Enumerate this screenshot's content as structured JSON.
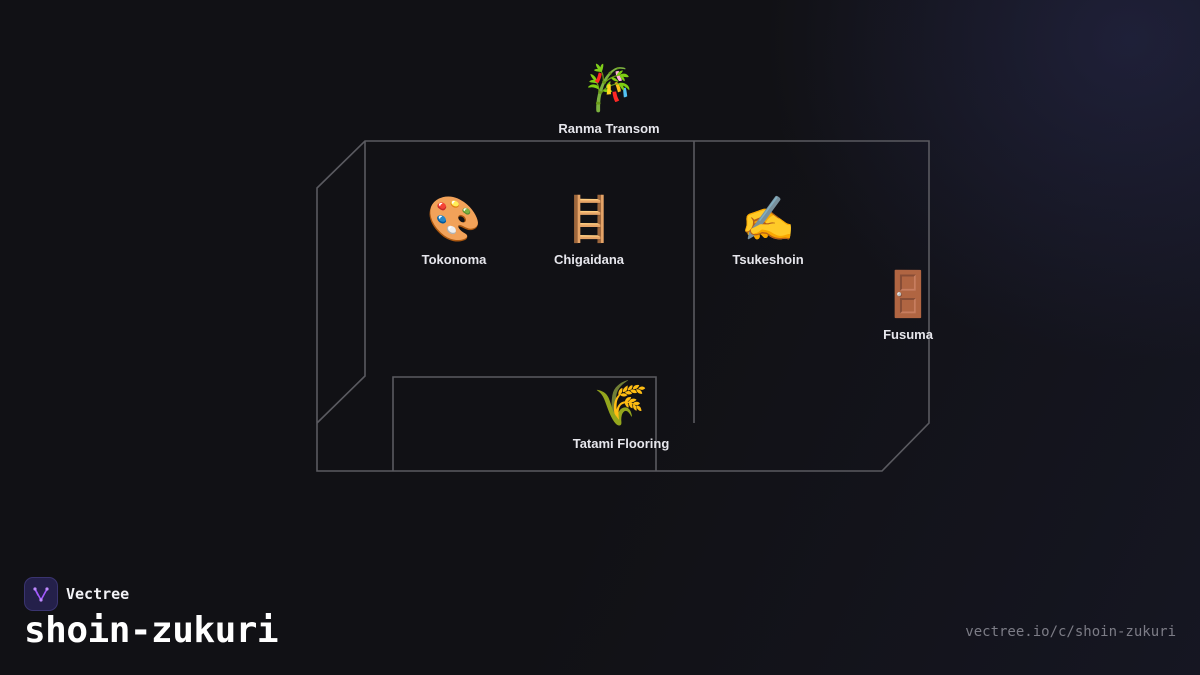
{
  "brand": {
    "name": "Vectree",
    "logo_icon": "vectree-logo-icon",
    "logo_color": "#a259ff"
  },
  "page": {
    "title": "shoin-zukuri",
    "url": "vectree.io/c/shoin-zukuri"
  },
  "colors": {
    "background": "#111115",
    "wall_line": "#5a5a60",
    "label_text": "#e6e6ec"
  },
  "elements": [
    {
      "id": "ranma-transom",
      "label": "Ranma Transom",
      "icon": "tanabata-tree-icon",
      "glyph": "🎋"
    },
    {
      "id": "tokonoma",
      "label": "Tokonoma",
      "icon": "artist-palette-icon",
      "glyph": "🎨"
    },
    {
      "id": "chigaidana",
      "label": "Chigaidana",
      "icon": "ladder-icon",
      "glyph": "🪜"
    },
    {
      "id": "tsukeshoin",
      "label": "Tsukeshoin",
      "icon": "writing-hand-icon",
      "glyph": "✍️"
    },
    {
      "id": "fusuma",
      "label": "Fusuma",
      "icon": "door-icon",
      "glyph": "🚪"
    },
    {
      "id": "tatami-flooring",
      "label": "Tatami Flooring",
      "icon": "sheaf-of-rice-icon",
      "glyph": "🌾"
    }
  ]
}
